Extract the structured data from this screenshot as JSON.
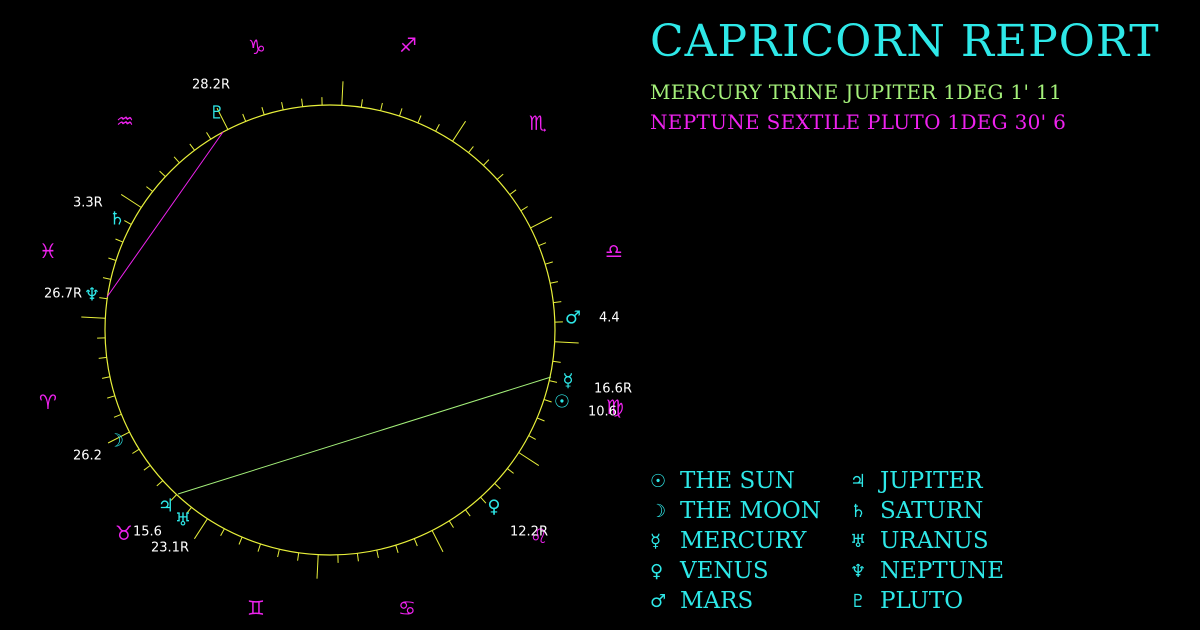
{
  "title": "CAPRICORN REPORT",
  "aspects": [
    "MERCURY TRINE JUPITER 1DEG 1' 11",
    "NEPTUNE SEXTILE PLUTO 1DEG 30' 6"
  ],
  "colors": {
    "background": "#000000",
    "title": "#2ee8e8",
    "aspect_trine": "#a4f07a",
    "aspect_sextile": "#ee22ee",
    "zodiac_sign": "#ee22ee",
    "planet_glyph": "#2ee8e8",
    "degree_label": "#ffffff",
    "wheel_circle": "#e8f03a"
  },
  "zodiac_signs": [
    {
      "name": "capricorn",
      "glyph": "♑"
    },
    {
      "name": "sagittarius",
      "glyph": "♐"
    },
    {
      "name": "scorpio",
      "glyph": "♏"
    },
    {
      "name": "libra",
      "glyph": "♎"
    },
    {
      "name": "virgo",
      "glyph": "♍"
    },
    {
      "name": "leo",
      "glyph": "♌"
    },
    {
      "name": "cancer",
      "glyph": "♋"
    },
    {
      "name": "gemini",
      "glyph": "♊"
    },
    {
      "name": "taurus",
      "glyph": "♉"
    },
    {
      "name": "aries",
      "glyph": "♈"
    },
    {
      "name": "pisces",
      "glyph": "♓"
    },
    {
      "name": "aquarius",
      "glyph": "♒"
    }
  ],
  "planets": [
    {
      "name": "pluto",
      "glyph": "♇",
      "degree": "28.2R"
    },
    {
      "name": "saturn",
      "glyph": "♄",
      "degree": "3.3R"
    },
    {
      "name": "neptune",
      "glyph": "♆",
      "degree": "26.7R"
    },
    {
      "name": "mars",
      "glyph": "♂",
      "degree": "4.4"
    },
    {
      "name": "mercury",
      "glyph": "☿",
      "degree": "16.6R"
    },
    {
      "name": "sun",
      "glyph": "☉",
      "degree": "10.6"
    },
    {
      "name": "venus",
      "glyph": "♀",
      "degree": "12.2R"
    },
    {
      "name": "moon",
      "glyph": "☽",
      "degree": "26.2"
    },
    {
      "name": "jupiter",
      "glyph": "♃",
      "degree": "15.6"
    },
    {
      "name": "uranus",
      "glyph": "♅",
      "degree": "23.1R"
    }
  ],
  "legend": [
    {
      "glyph": "☉",
      "label": "THE SUN"
    },
    {
      "glyph": "☽",
      "label": "THE MOON"
    },
    {
      "glyph": "☿",
      "label": "MERCURY"
    },
    {
      "glyph": "♀",
      "label": "VENUS"
    },
    {
      "glyph": "♂",
      "label": "MARS"
    },
    {
      "glyph": "♃",
      "label": "JUPITER"
    },
    {
      "glyph": "♄",
      "label": "SATURN"
    },
    {
      "glyph": "♅",
      "label": "URANUS"
    },
    {
      "glyph": "♆",
      "label": "NEPTUNE"
    },
    {
      "glyph": "♇",
      "label": "PLUTO"
    }
  ]
}
